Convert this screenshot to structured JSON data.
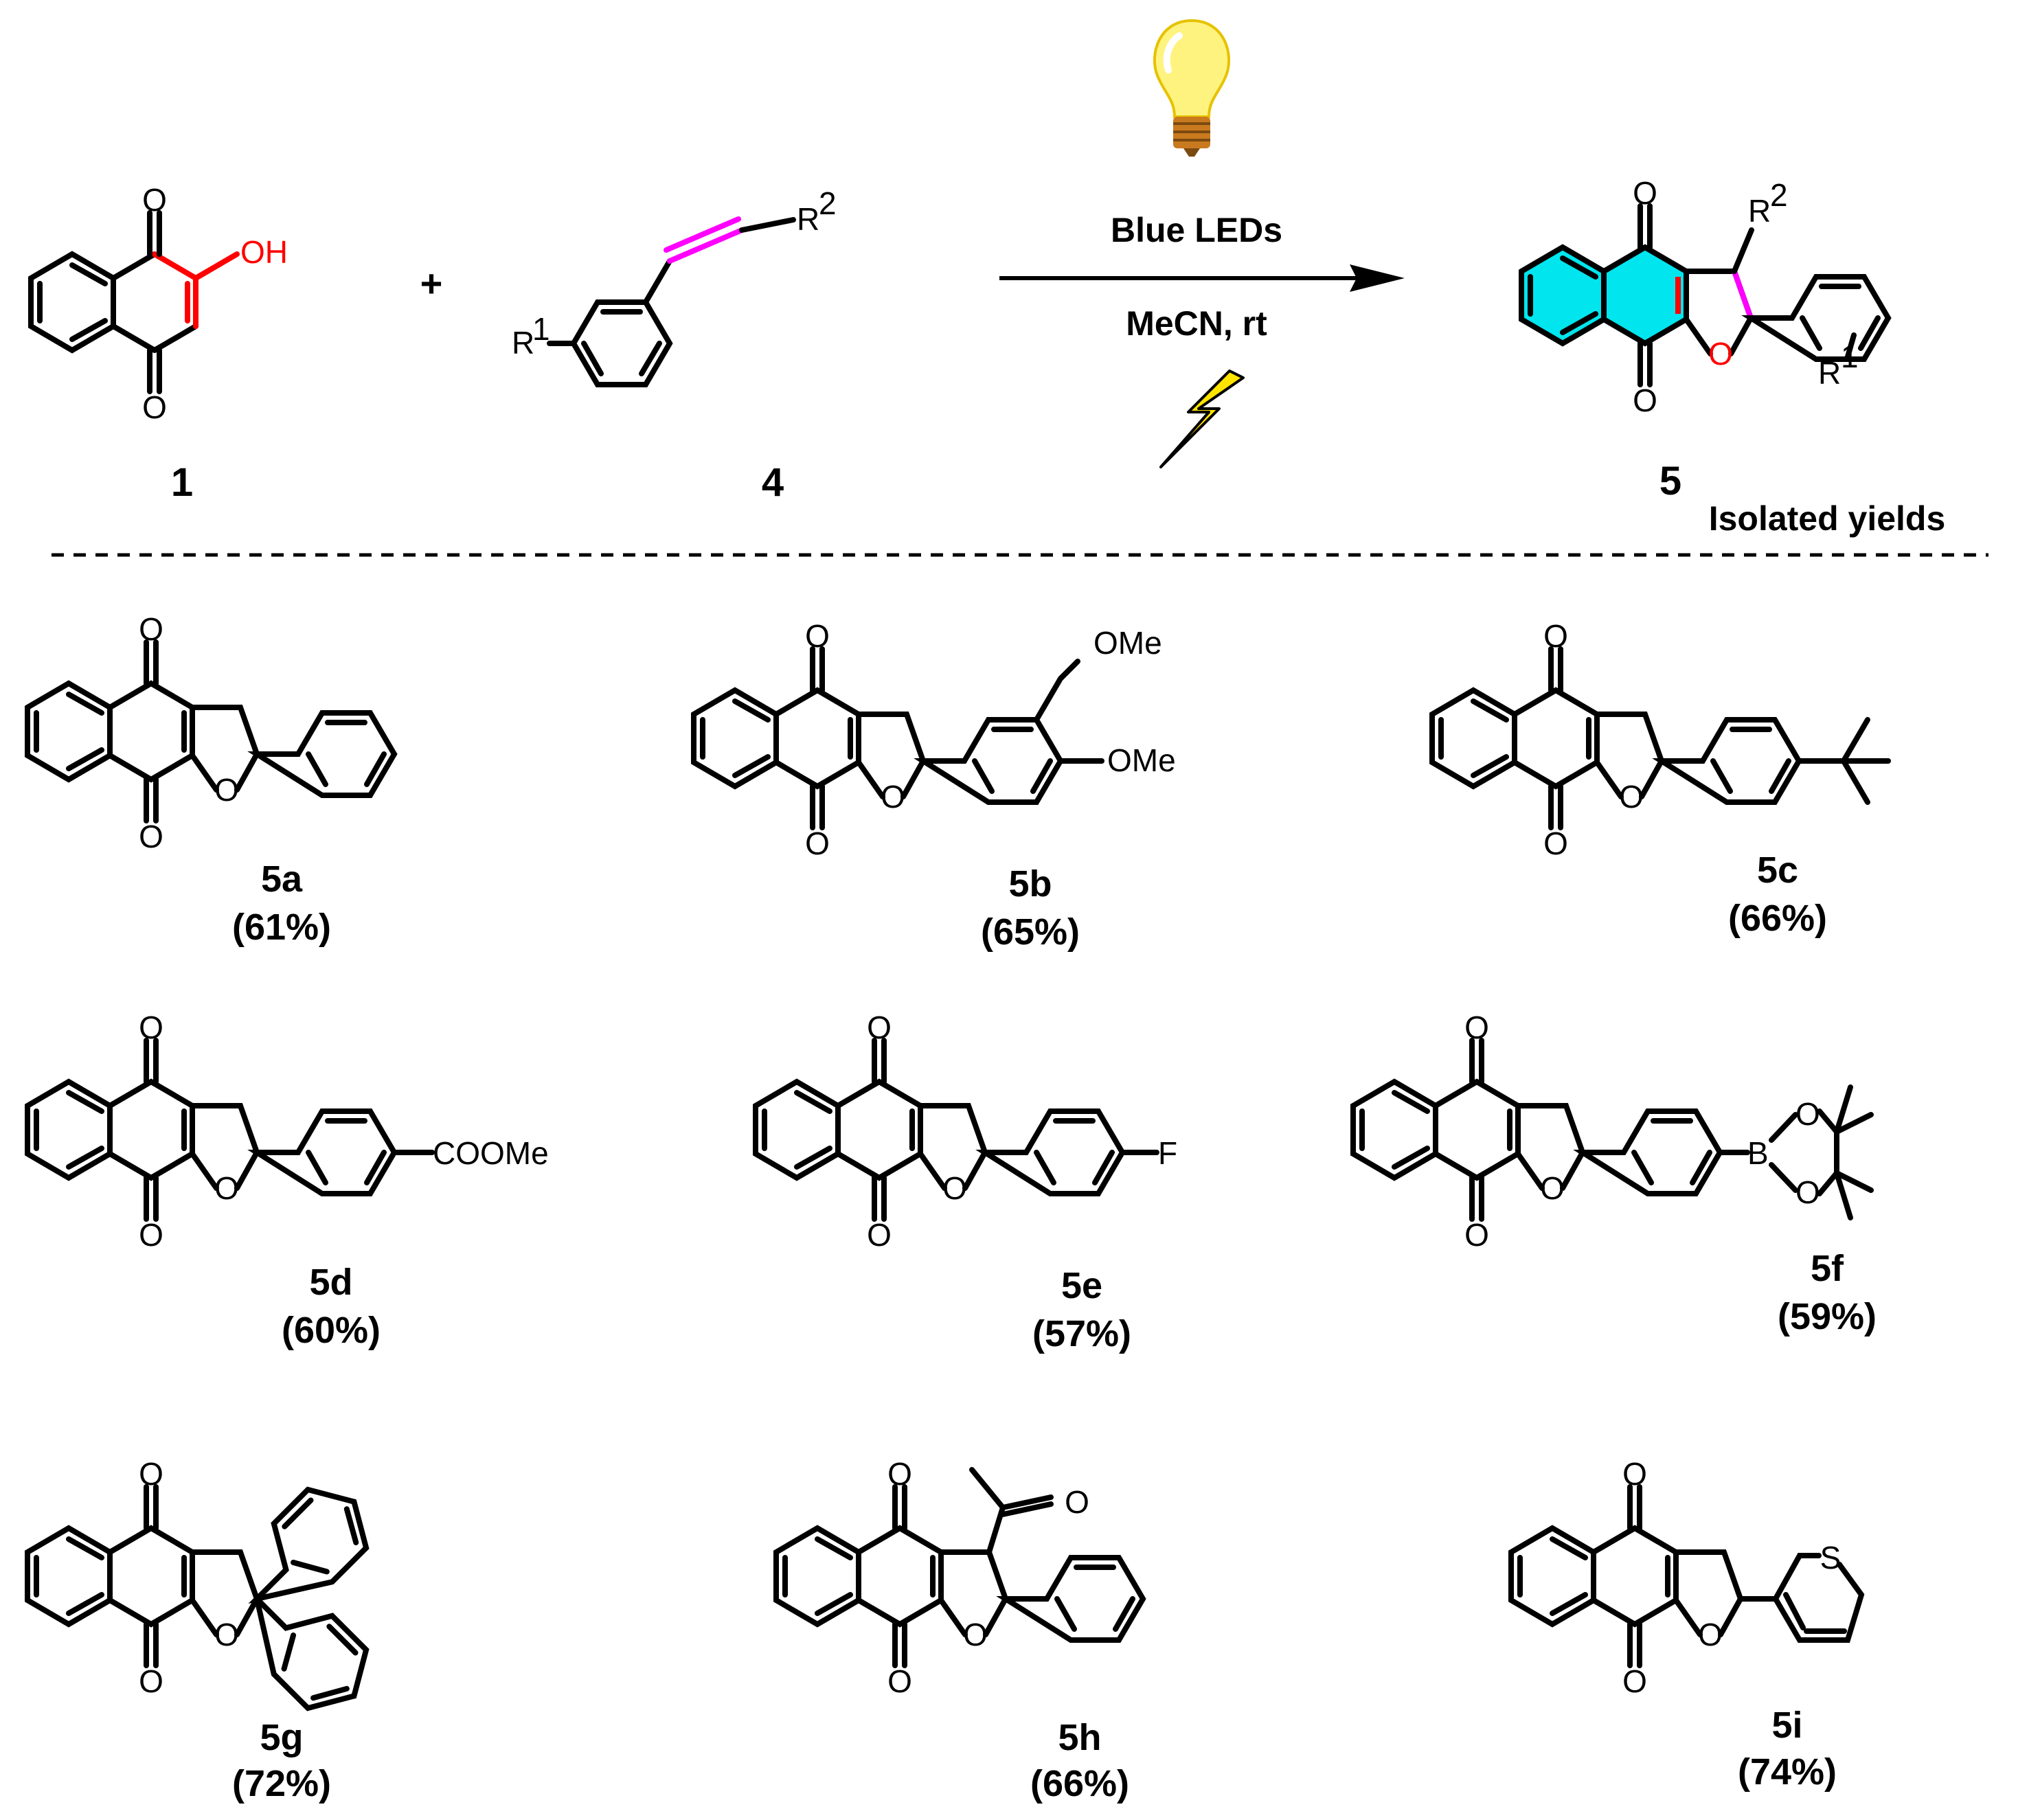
{
  "header": {
    "reactant1": {
      "id": "1",
      "oh": "OH",
      "o_top": "O",
      "o_bottom": "O"
    },
    "plus": "+",
    "reactant2": {
      "id": "4",
      "r1": "R",
      "r1_sup": "1",
      "r2": "R",
      "r2_sup": "2"
    },
    "conditions": {
      "line1": "Blue LEDs",
      "line2": "MeCN, rt"
    },
    "product": {
      "id": "5",
      "o_top": "O",
      "o_bottom": "O",
      "o_ring": "O",
      "r1": "R",
      "r1_sup": "1",
      "r2": "R",
      "r2_sup": "2"
    },
    "note": "Isolated yields"
  },
  "compounds": [
    {
      "id": "5a",
      "yield": "(61%)",
      "substituent": ""
    },
    {
      "id": "5b",
      "yield": "(65%)",
      "substituent": "3,4-OMe",
      "labels": [
        "OMe",
        "OMe"
      ]
    },
    {
      "id": "5c",
      "yield": "(66%)",
      "substituent": "tBu"
    },
    {
      "id": "5d",
      "yield": "(60%)",
      "substituent": "COOMe",
      "labels": [
        "COOMe"
      ]
    },
    {
      "id": "5e",
      "yield": "(57%)",
      "substituent": "F",
      "labels": [
        "F"
      ]
    },
    {
      "id": "5f",
      "yield": "(59%)",
      "substituent": "Bpin",
      "labels": [
        "B",
        "O",
        "O"
      ]
    },
    {
      "id": "5g",
      "yield": "(72%)",
      "substituent": "2,2-diphenyl"
    },
    {
      "id": "5h",
      "yield": "(66%)",
      "substituent": "3-acetyl",
      "labels": [
        "O"
      ]
    },
    {
      "id": "5i",
      "yield": "(74%)",
      "substituent": "2-thienyl",
      "labels": [
        "S"
      ]
    }
  ],
  "colors": {
    "highlight_ring": "#00e5ee",
    "alkyne_bond": "#ff00ff",
    "oh_bond": "#ff0000",
    "o_red": "#ff0000",
    "bulb": "#fff380",
    "bolt": "#ffe400"
  }
}
